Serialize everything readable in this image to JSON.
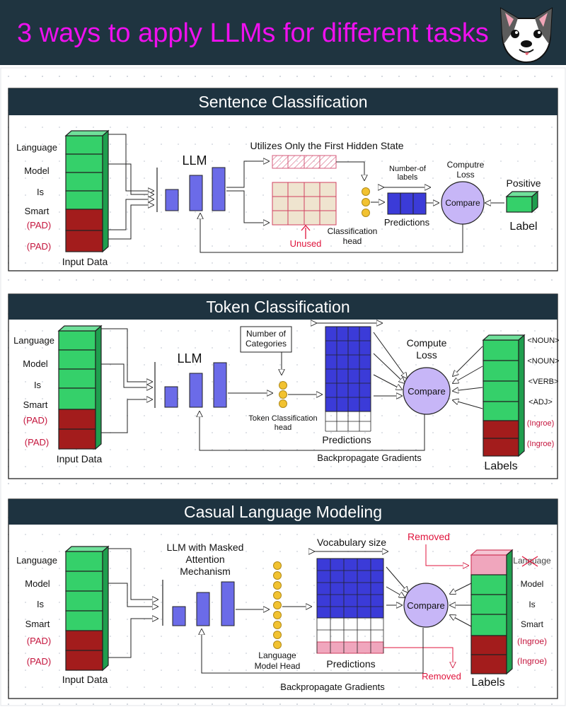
{
  "title": "3 ways to apply LLMs for different tasks",
  "colors": {
    "header_bg": "#1f3440",
    "title": "#ee10ee",
    "panel_header": "#1e3340",
    "token_green": "#35d06a",
    "token_red": "#a31c1c",
    "llm_bar": "#6b6be8",
    "prediction": "#3b3bd8",
    "compare_fill": "#c7b6f7",
    "label_red": "#e0143c",
    "neuron": "#f2c230"
  },
  "sections": [
    {
      "title": "Sentence Classification",
      "tokens": [
        "Language",
        "Model",
        "Is",
        "Smart",
        "(PAD)",
        "(PAD)"
      ],
      "input_label": "Input Data",
      "llm_label": "LLM",
      "hidden_state_note": "Utilizes Only the First Hidden State",
      "unused_label": "Unused",
      "head_label": "Classification\nhead",
      "num_labels_label": "Number-of\nlabels",
      "predictions_label": "Predictions",
      "loss_label": "Computre\nLoss",
      "compare_label": "Compare",
      "output_value": "Positive",
      "output_label": "Label"
    },
    {
      "title": "Token Classification",
      "tokens": [
        "Language",
        "Model",
        "Is",
        "Smart",
        "(PAD)",
        "(PAD)"
      ],
      "input_label": "Input Data",
      "llm_label": "LLM",
      "categories_label": "Number of\nCategories",
      "head_label": "Token Classification\nhead",
      "predictions_label": "Predictions",
      "loss_label": "Compute\nLoss",
      "compare_label": "Compare",
      "backprop_label": "Backpropagate Gradients",
      "target_tags": [
        "<NOUN>",
        "<NOUN>",
        "<VERB>",
        "<ADJ>",
        "(Ingroe)",
        "(Ingroe)"
      ],
      "labels_label": "Labels"
    },
    {
      "title": "Casual Language Modeling",
      "tokens": [
        "Language",
        "Model",
        "Is",
        "Smart",
        "(PAD)",
        "(PAD)"
      ],
      "input_label": "Input Data",
      "llm_label": "LLM with Masked\nAttention\nMechanism",
      "vocab_label": "Vocabulary size",
      "removed_label": "Removed",
      "head_label": "Language\nModel Head",
      "predictions_label": "Predictions",
      "compare_label": "Compare",
      "backprop_label": "Backpropagate Gradients",
      "target_tokens": [
        "Language",
        "Model",
        "Is",
        "Smart",
        "(Ingroe)",
        "(Ingroe)"
      ],
      "labels_label": "Labels"
    }
  ]
}
